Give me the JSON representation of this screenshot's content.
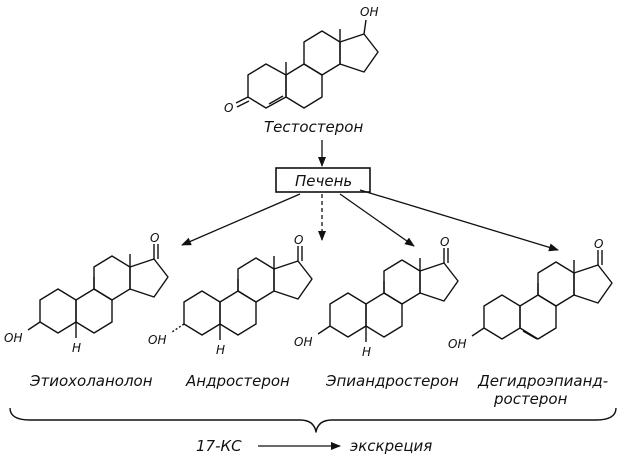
{
  "diagram": {
    "source_compound": "Тестостерон",
    "organ": "Печень",
    "metabolites": [
      "Этиохоланолон",
      "Андростерон",
      "Эпиандростерон",
      "Дегидроэпианд-",
      "ростерон"
    ],
    "footer_left": "17-КС",
    "footer_right": "экскреция",
    "atoms": {
      "oh": "ОН",
      "o": "О",
      "h": "Н"
    }
  }
}
